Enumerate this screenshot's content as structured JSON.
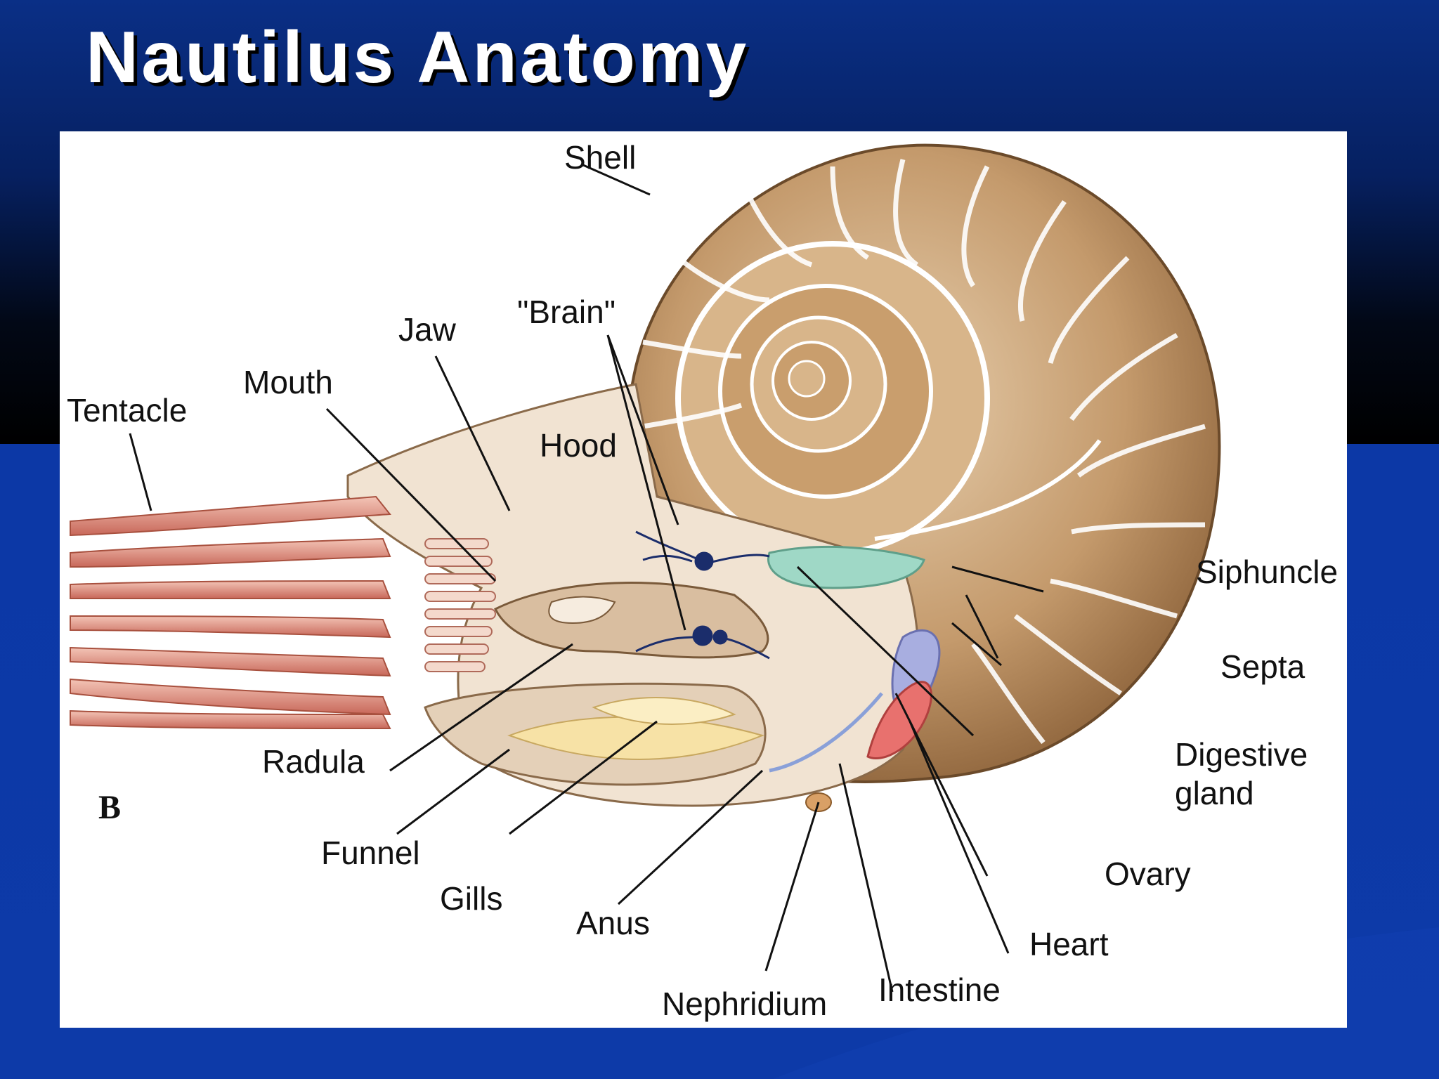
{
  "slide": {
    "title": "Nautilus Anatomy"
  },
  "colors": {
    "background": "#0d3aa8",
    "title_text": "#ffffff",
    "shell": "#c49a6c",
    "body": "#f1e3d2",
    "tentacle": "#d98a7a",
    "digestive_gland": "#9fd8c6",
    "ovary": "#a8aee0",
    "heart": "#e8716e",
    "gills": "#f7e2a6",
    "nerve": "#1b2d6b"
  },
  "figure": {
    "panel_letter": "B",
    "labels": {
      "shell": "Shell",
      "brain": "\"Brain\"",
      "jaw": "Jaw",
      "mouth": "Mouth",
      "tentacle": "Tentacle",
      "hood": "Hood",
      "siphuncle": "Siphuncle",
      "septa": "Septa",
      "digestive_gland_line1": "Digestive",
      "digestive_gland_line2": "gland",
      "ovary": "Ovary",
      "heart": "Heart",
      "intestine": "Intestine",
      "nephridium": "Nephridium",
      "anus": "Anus",
      "gills": "Gills",
      "funnel": "Funnel",
      "radula": "Radula"
    }
  }
}
